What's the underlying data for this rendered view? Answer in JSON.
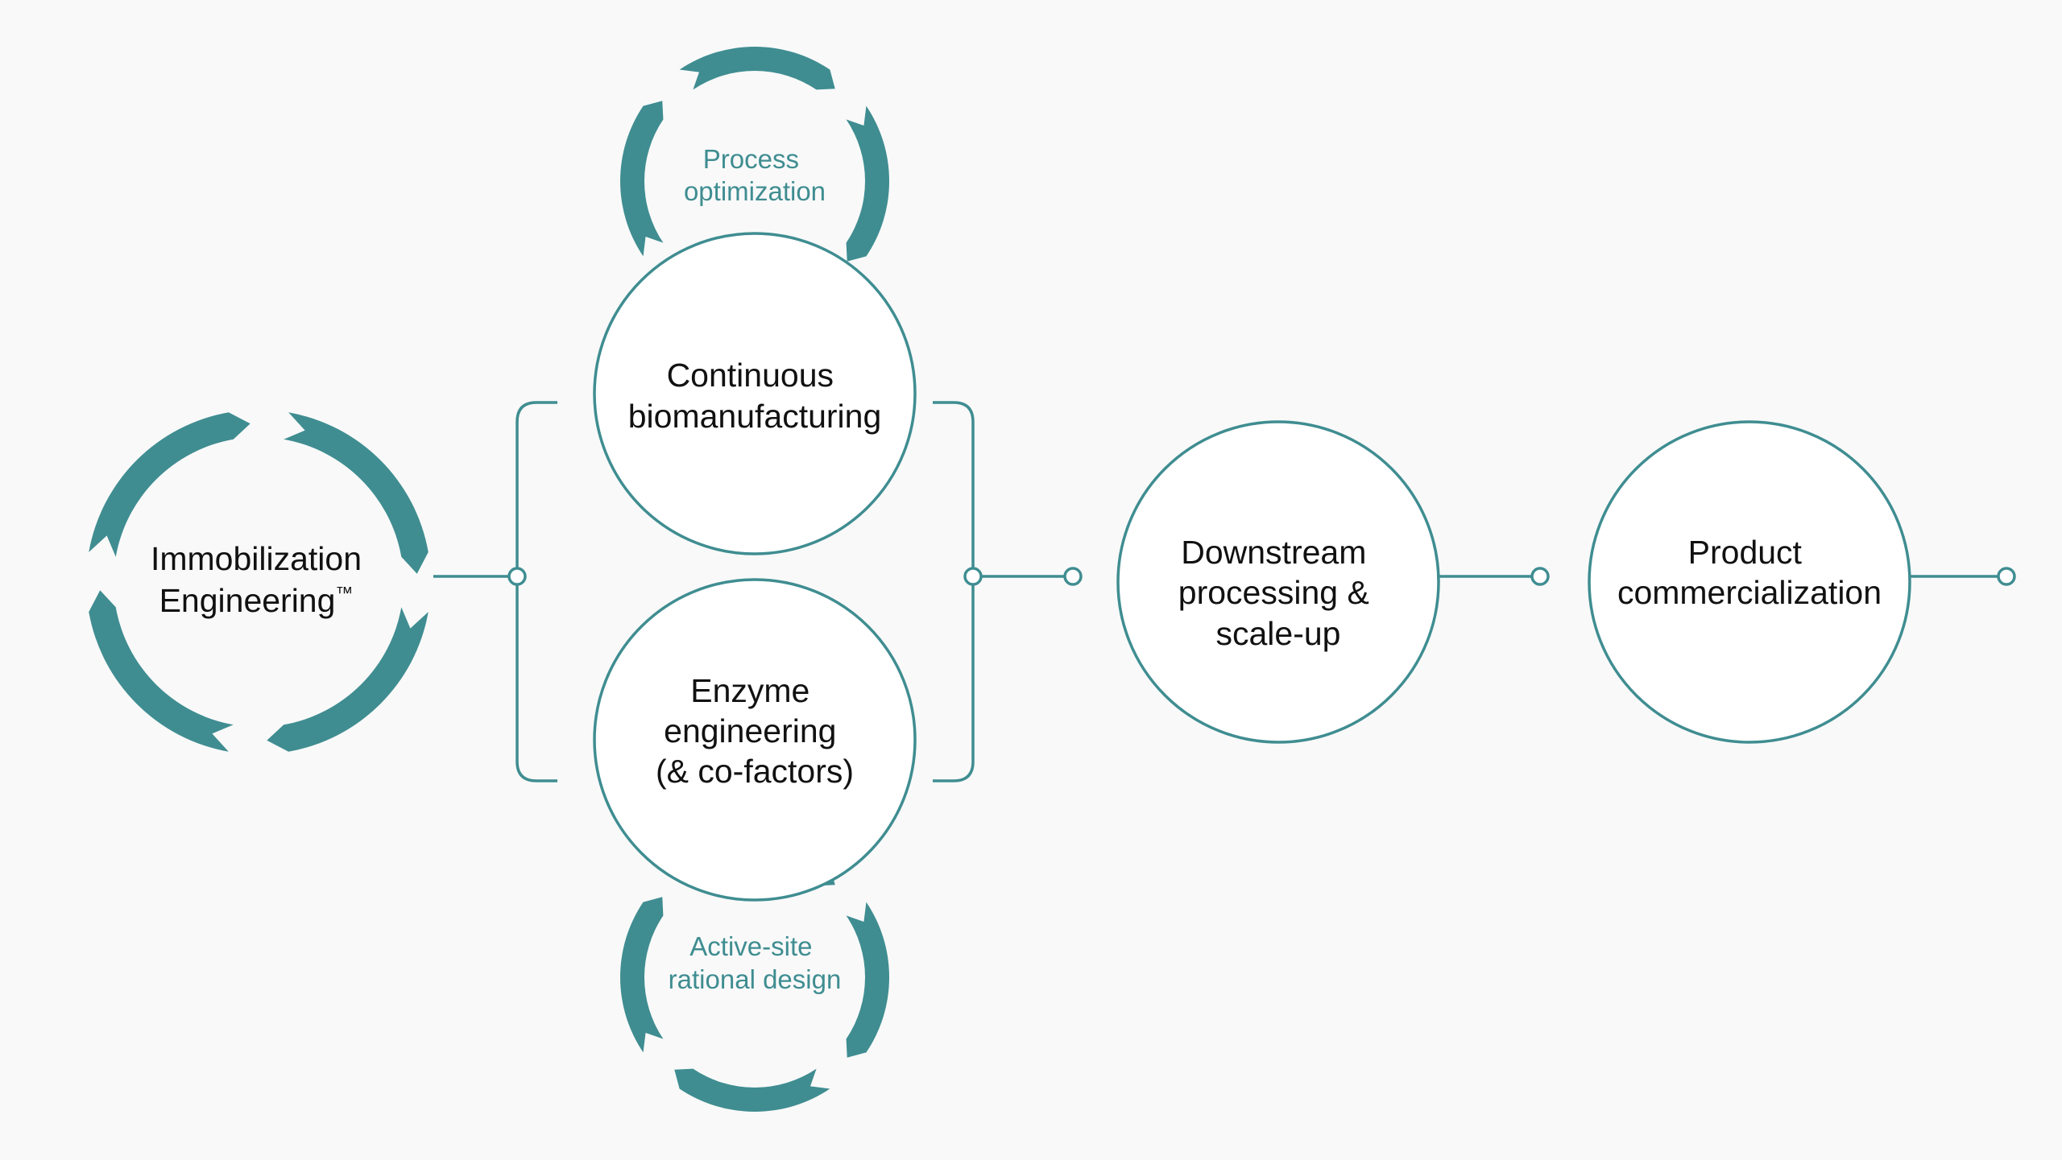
{
  "colors": {
    "accent": "#3f8d91",
    "text": "#111111",
    "background": "#f9f9f9"
  },
  "stage1": {
    "line1": "Immobilization",
    "line2": "Engineering",
    "trademark": "™"
  },
  "stage2a": {
    "line1": "Continuous",
    "line2": "biomanufacturing",
    "loop": {
      "line1": "Process",
      "line2": "optimization"
    }
  },
  "stage2b": {
    "line1": "Enzyme",
    "line2": "engineering",
    "line3": "(& co-factors)",
    "loop": {
      "line1": "Active-site",
      "line2": "rational design"
    }
  },
  "stage3": {
    "line1": "Downstream",
    "line2": "processing &",
    "line3": "scale-up"
  },
  "stage4": {
    "line1": "Product",
    "line2": "commercialization"
  }
}
